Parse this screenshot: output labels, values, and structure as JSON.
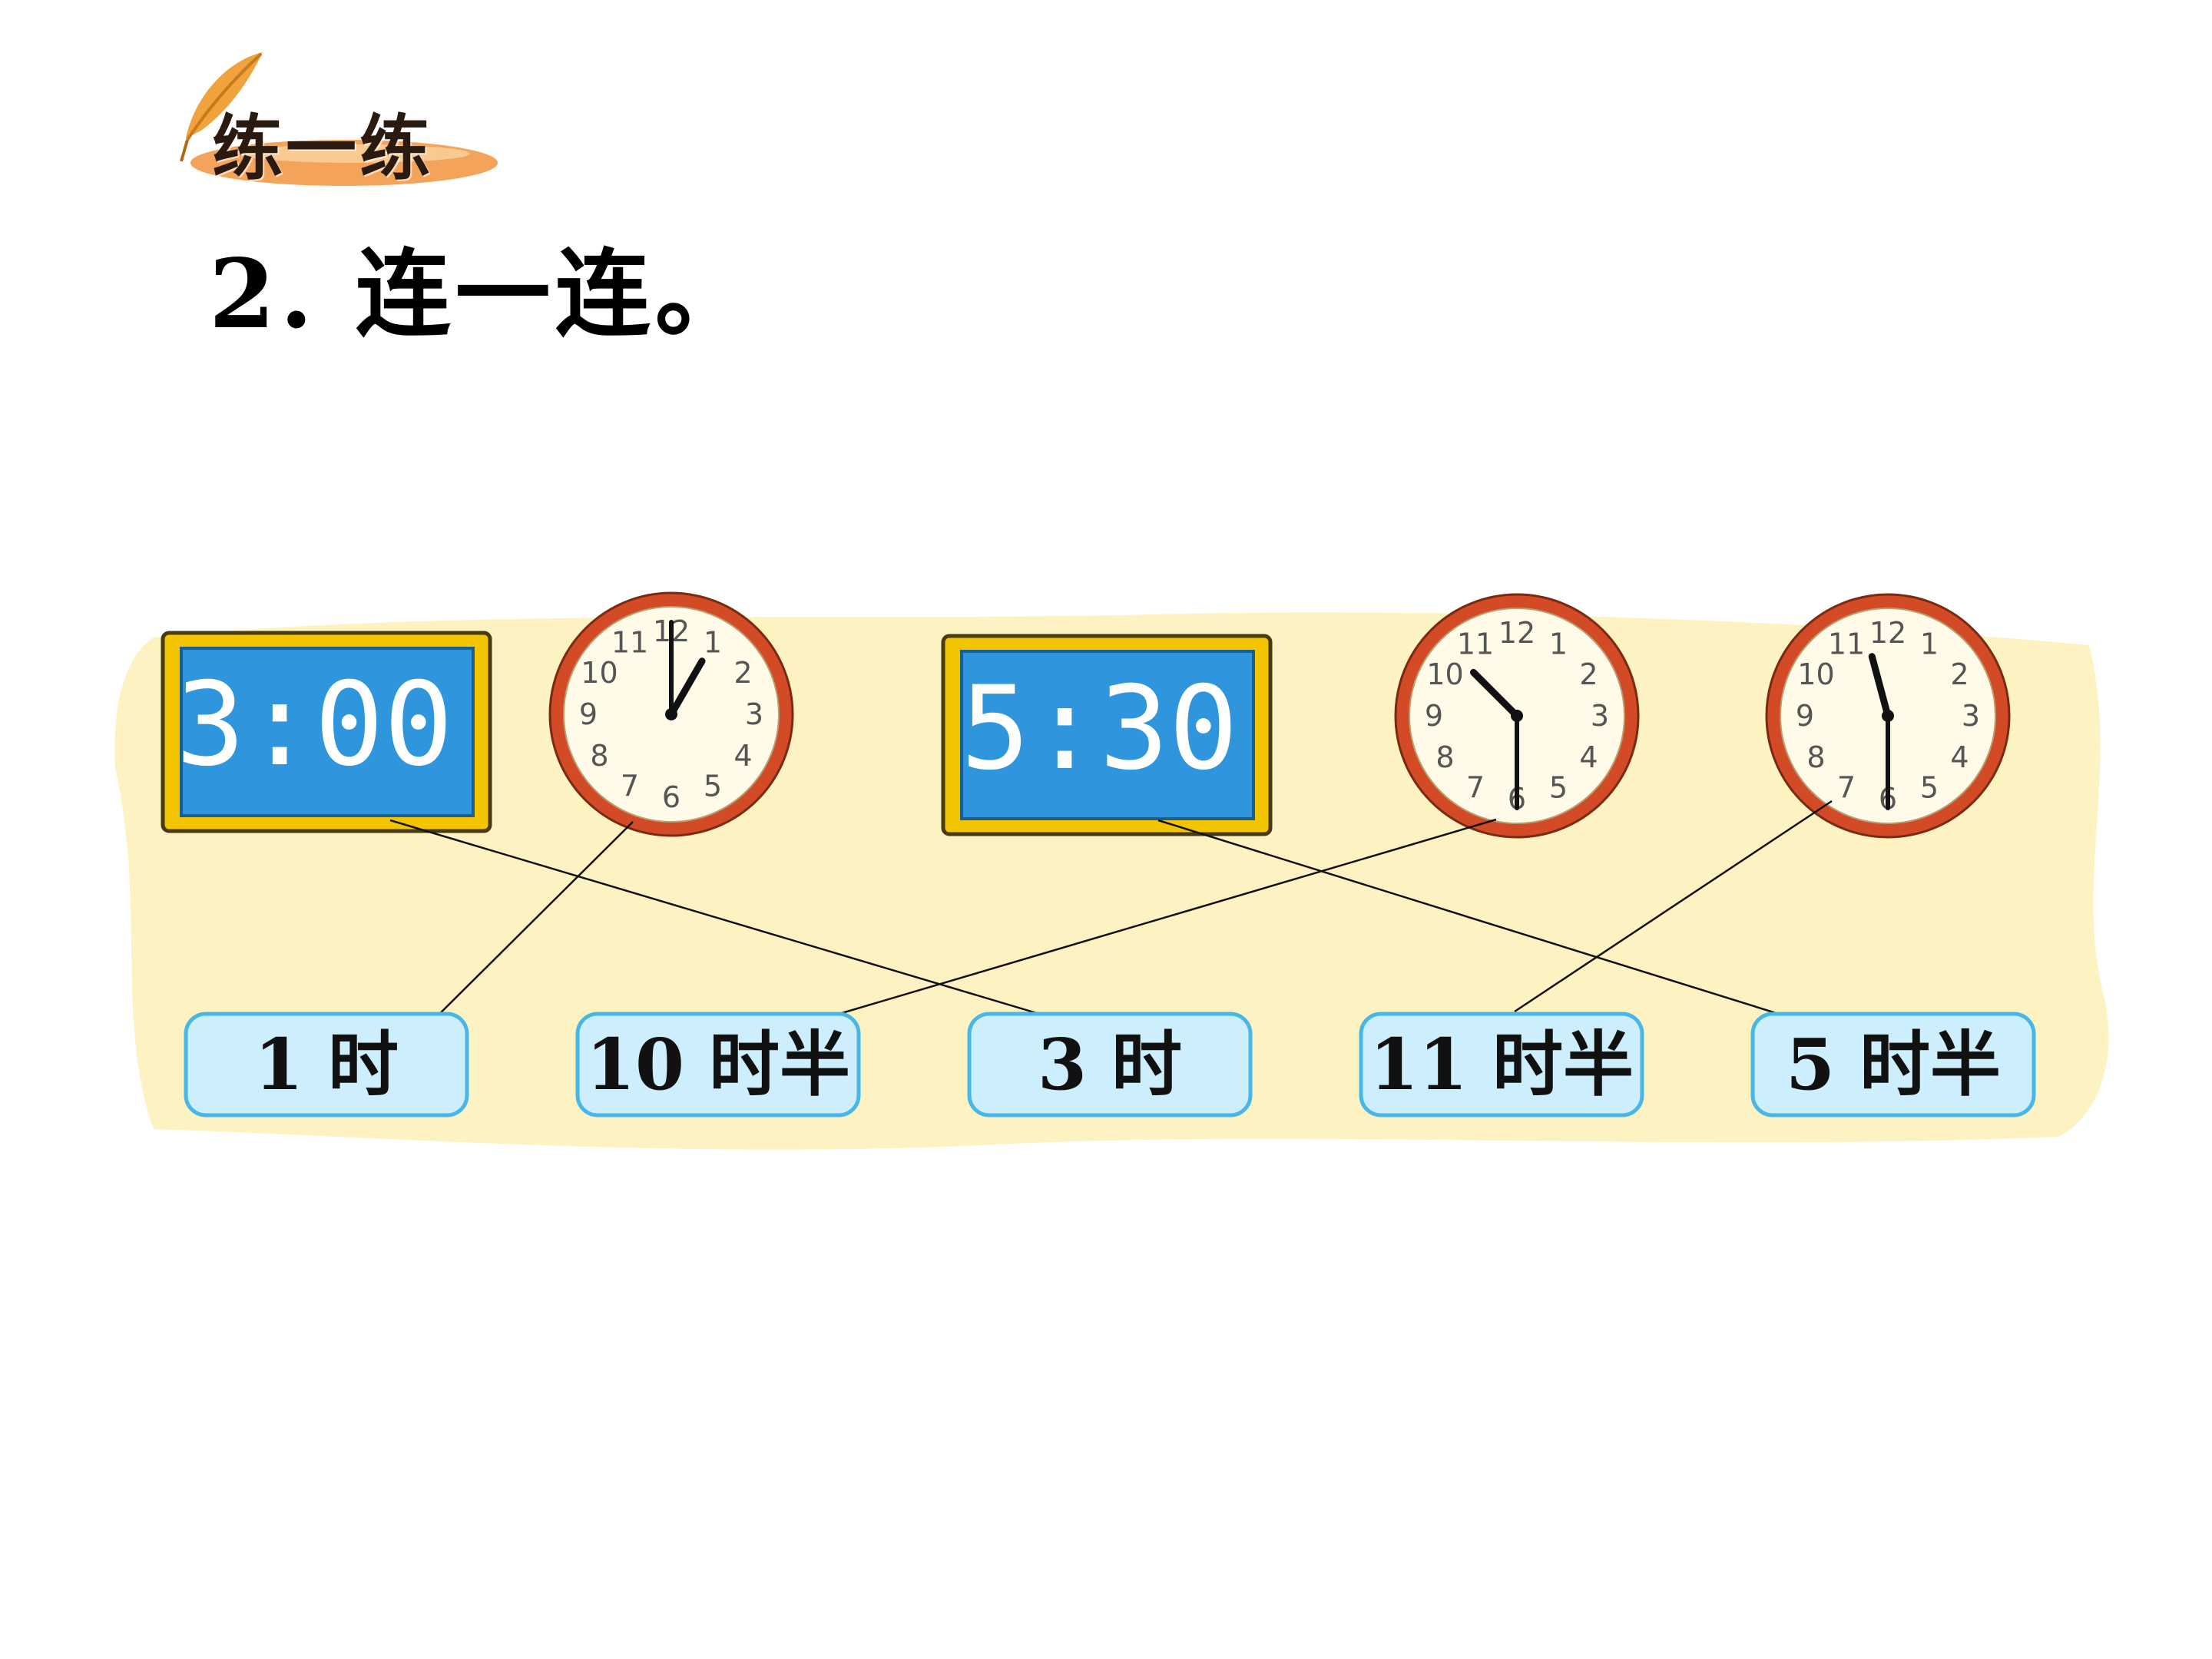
{
  "header": {
    "badge_text": "练一练",
    "title": "2. 连一连。"
  },
  "exercise": {
    "digital_clocks": [
      {
        "display": "3:00"
      },
      {
        "display": "5:30"
      }
    ],
    "analog_clocks": [
      {
        "hour": 1,
        "minute": 0
      },
      {
        "hour": 10,
        "minute": 30
      },
      {
        "hour": 11,
        "minute": 30
      }
    ],
    "answer_labels": [
      "1 时",
      "10 时半",
      "3 时",
      "11 时半",
      "5 时半"
    ]
  },
  "colors": {
    "band": "#fdf3c2",
    "digital_frame": "#f2c500",
    "digital_screen": "#2f96dd",
    "clock_rim": "#d24a26",
    "clock_face": "#fffbe8",
    "label_fill": "#cdeefc",
    "label_border": "#48b7e8"
  }
}
